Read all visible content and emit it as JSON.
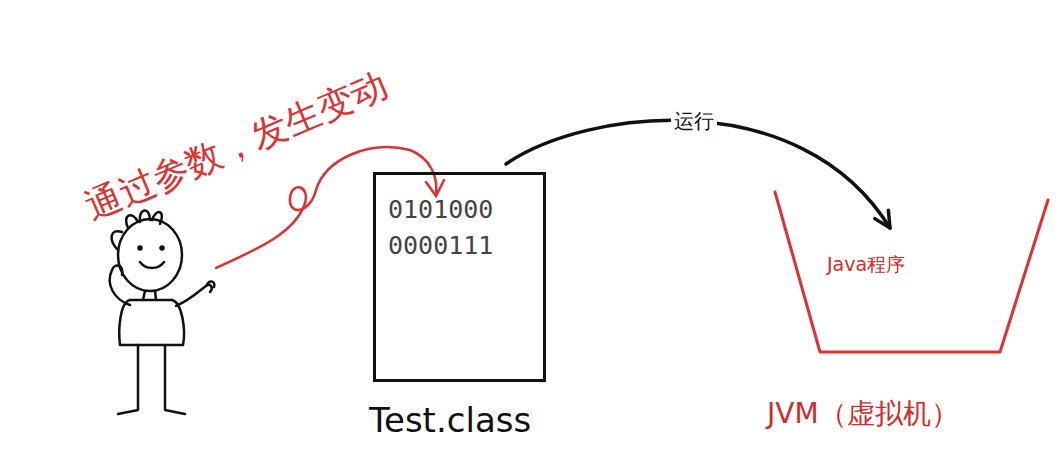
{
  "diagram": {
    "nodes": [
      {
        "text": [
          "0101000 0000111",
          "Test.class"
        ]
      },
      {
        "text": [
          "Java程序",
          "JVM（虚拟机）"
        ]
      }
    ],
    "edges": [
      {
        "from": 0,
        "to": 1,
        "arrow": "to",
        "label": "运行"
      }
    ],
    "labels": [
      "通过参数，发生变动"
    ]
  }
}
